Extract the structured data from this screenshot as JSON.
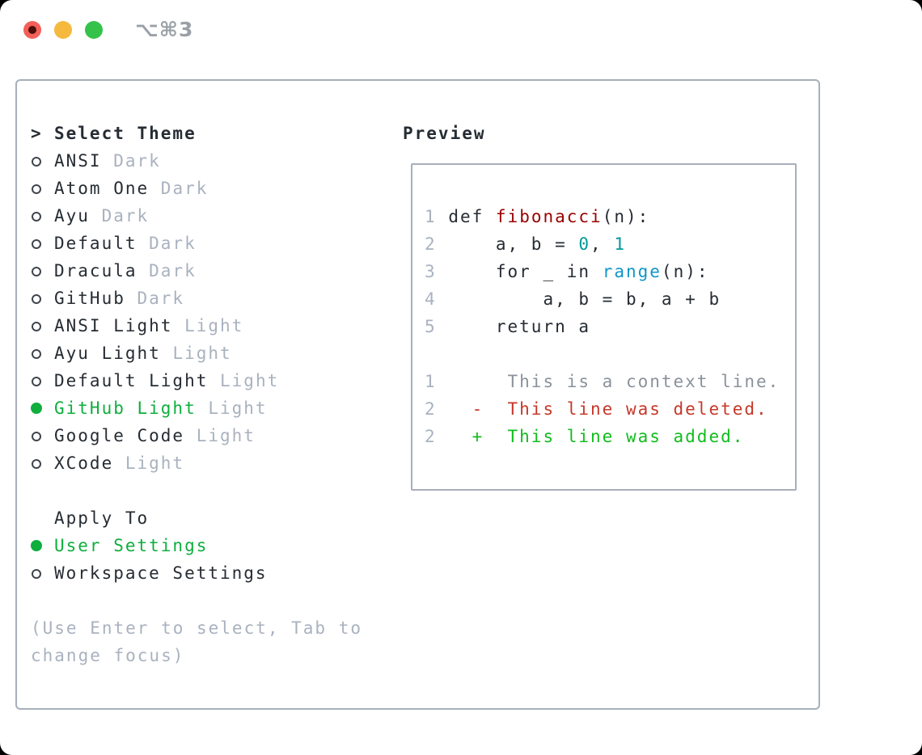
{
  "window": {
    "title": "⌥⌘3",
    "traffic_lights": [
      "close",
      "minimize",
      "maximize"
    ]
  },
  "colors": {
    "text": "#262c33",
    "muted": "#a9b2bf",
    "border": "#a7afba",
    "accent_green": "#0fae3d",
    "code_title_red": "#990000",
    "code_number_teal": "#009999",
    "code_builtin_blue": "#0f96c7",
    "diff_context_gray": "#8b929b",
    "diff_deletion_red": "#c5392a",
    "diff_addition_green": "#12bc1e",
    "traffic_red": "#f3605a",
    "traffic_yellow": "#f5b93e",
    "traffic_green": "#35c24b"
  },
  "theme_list": {
    "focus_marker": ">",
    "header": "Select Theme",
    "items": [
      {
        "name": "ANSI",
        "variant": "Dark",
        "selected": false
      },
      {
        "name": "Atom One",
        "variant": "Dark",
        "selected": false
      },
      {
        "name": "Ayu",
        "variant": "Dark",
        "selected": false
      },
      {
        "name": "Default",
        "variant": "Dark",
        "selected": false
      },
      {
        "name": "Dracula",
        "variant": "Dark",
        "selected": false
      },
      {
        "name": "GitHub",
        "variant": "Dark",
        "selected": false
      },
      {
        "name": "ANSI Light",
        "variant": "Light",
        "selected": false
      },
      {
        "name": "Ayu Light",
        "variant": "Light",
        "selected": false
      },
      {
        "name": "Default Light",
        "variant": "Light",
        "selected": false
      },
      {
        "name": "GitHub Light",
        "variant": "Light",
        "selected": true
      },
      {
        "name": "Google Code",
        "variant": "Light",
        "selected": false
      },
      {
        "name": "XCode",
        "variant": "Light",
        "selected": false
      }
    ]
  },
  "apply_to": {
    "header": "Apply To",
    "items": [
      {
        "label": "User Settings",
        "selected": true
      },
      {
        "label": "Workspace Settings",
        "selected": false
      }
    ]
  },
  "hint": {
    "line1": "(Use Enter to select, Tab to",
    "line2": "change focus)"
  },
  "preview": {
    "header": "Preview",
    "lines": [
      {
        "kind": "blank",
        "num": "",
        "parts": []
      },
      {
        "kind": "code",
        "num": "1",
        "parts": [
          {
            "t": " ",
            "s": "plain"
          },
          {
            "t": "def",
            "s": "keyword"
          },
          {
            "t": " ",
            "s": "plain"
          },
          {
            "t": "fibonacci",
            "s": "title"
          },
          {
            "t": "(n):",
            "s": "plain"
          }
        ]
      },
      {
        "kind": "code",
        "num": "2",
        "parts": [
          {
            "t": "     a, b = ",
            "s": "plain"
          },
          {
            "t": "0",
            "s": "number"
          },
          {
            "t": ", ",
            "s": "plain"
          },
          {
            "t": "1",
            "s": "number"
          }
        ]
      },
      {
        "kind": "code",
        "num": "3",
        "parts": [
          {
            "t": "     ",
            "s": "plain"
          },
          {
            "t": "for",
            "s": "keyword"
          },
          {
            "t": " _ ",
            "s": "plain"
          },
          {
            "t": "in",
            "s": "keyword"
          },
          {
            "t": " ",
            "s": "plain"
          },
          {
            "t": "range",
            "s": "builtin"
          },
          {
            "t": "(n):",
            "s": "plain"
          }
        ]
      },
      {
        "kind": "code",
        "num": "4",
        "parts": [
          {
            "t": "         a, b = b, a + b",
            "s": "plain"
          }
        ]
      },
      {
        "kind": "code",
        "num": "5",
        "parts": [
          {
            "t": "     ",
            "s": "plain"
          },
          {
            "t": "return",
            "s": "keyword"
          },
          {
            "t": " a",
            "s": "plain"
          }
        ]
      },
      {
        "kind": "blank",
        "num": "",
        "parts": []
      },
      {
        "kind": "diff",
        "num": "1",
        "parts": [
          {
            "t": "      This is a context line.",
            "s": "context"
          }
        ]
      },
      {
        "kind": "diff",
        "num": "2",
        "parts": [
          {
            "t": "   -  This line was deleted.",
            "s": "deletion"
          }
        ]
      },
      {
        "kind": "diff",
        "num": "2",
        "parts": [
          {
            "t": "   +  This line was added.",
            "s": "addition"
          }
        ]
      }
    ]
  }
}
